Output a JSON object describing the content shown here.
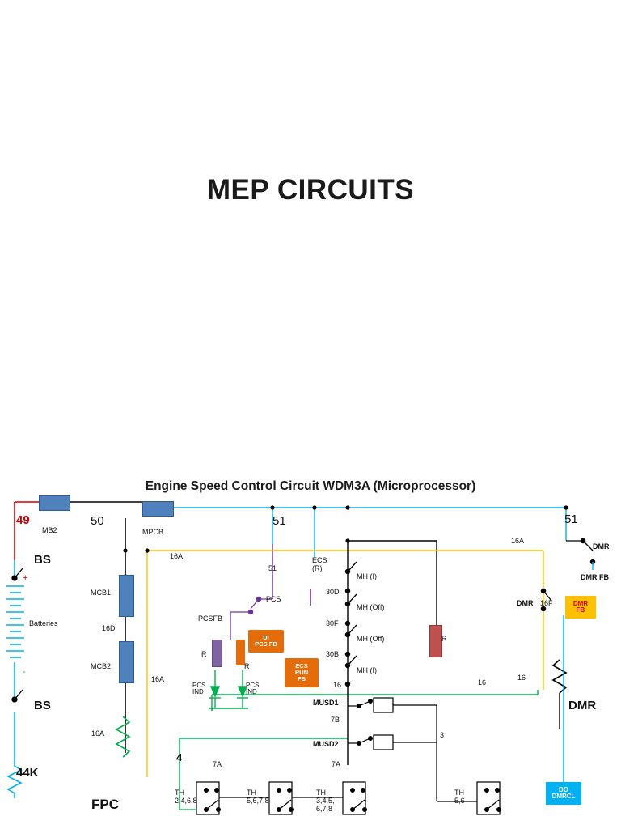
{
  "page": {
    "main_title": "MEP CIRCUITS",
    "diagram_title": "Engine Speed Control Circuit WDM3A (Microprocessor)"
  },
  "colors": {
    "blue_box": "#4f81bd",
    "orange_box": "#e46c0a",
    "yellow_box": "#ffc000",
    "cyan_box": "#00b0f0",
    "red_wire": "#cc0000",
    "green_wire": "#00b050",
    "yellow_wire": "#ffc000",
    "cyan_wire": "#00b0f0",
    "purple_wire": "#7030a0",
    "black_wire": "#000000"
  },
  "labels": {
    "n49": "49",
    "n50": "50",
    "n51_top_mid": "51",
    "n51_right": "51",
    "mb2": "MB2",
    "mpcb": "MPCB",
    "bs_top": "BS",
    "bs_bottom": "BS",
    "plus": "+",
    "minus": "-",
    "batteries": "Batteries",
    "mcb1": "MCB1",
    "mcb2": "MCB2",
    "n16a_left1": "16A",
    "n16a_left2": "16A",
    "n16d": "16D",
    "n16a_mid": "16A",
    "n16a_upper": "16A",
    "n16a_right": "16A",
    "n44k": "44K",
    "fpc": "FPC",
    "n4": "4",
    "n7a_left": "7A",
    "n7a_right": "7A",
    "n7b": "7B",
    "n3": "3",
    "n16_left": "16",
    "n16_midright": "16",
    "n16_right": "16",
    "n51_ecs": "51",
    "pcs": "PCS",
    "pcsfb": "PCSFB",
    "r_left": "R",
    "r_right": "R",
    "r_big": "R",
    "pcs_ind_left": "PCS\nIND",
    "pcs_ind_right": "PCS\nIND",
    "ecs_r": "ECS\n(R)",
    "mh_i_1": "MH (I)",
    "mh_off_1": "MH (Off)",
    "mh_off_2": "MH (Off)",
    "mh_i_2": "MH (I)",
    "n30d": "30D",
    "n30f": "30F",
    "n30b": "30B",
    "musd1": "MUSD1",
    "musd2": "MUSD2",
    "th1": "TH\n2,4,6,8",
    "th2": "TH\n5,6,7,8",
    "th3": "TH\n3,4,5,\n6,7,8",
    "th4": "TH\n5,6",
    "dmr_top": "DMR",
    "dmr_fb": "DMR FB",
    "dmr_mid": "DMR",
    "n16f": "16F",
    "dmr_big": "DMR",
    "di_pcs_fb": "DI\nPCS FB",
    "ecs_run_fb": "ECS\nRUN\nFB",
    "dmr_fb_box": "DMR\nFB",
    "do_dmrcl": "DO\nDMRCL"
  }
}
